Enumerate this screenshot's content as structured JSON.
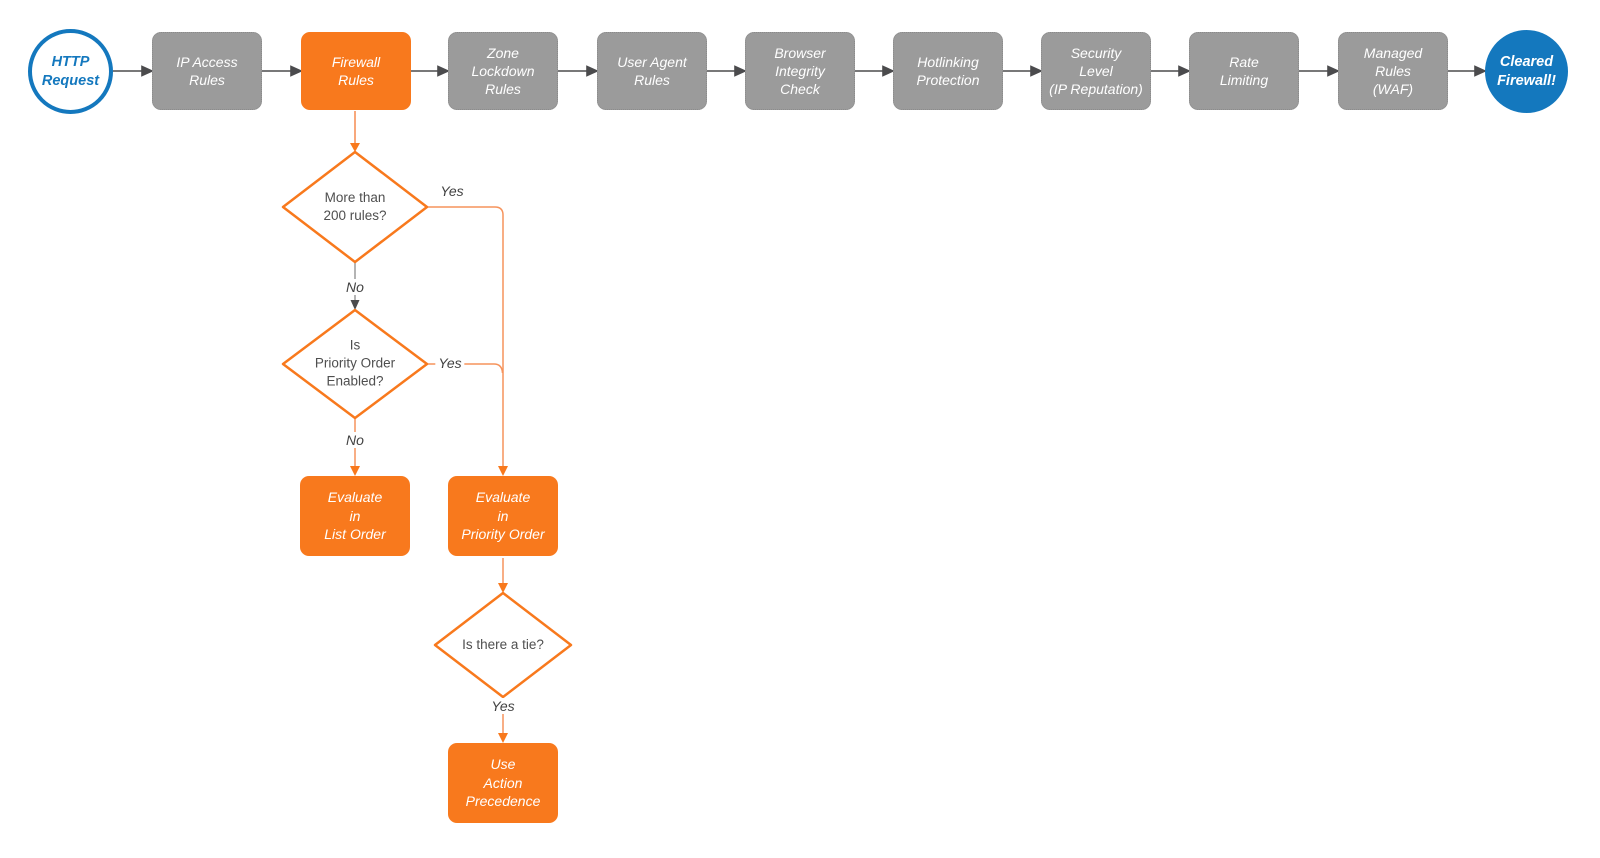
{
  "colors": {
    "orange": "#F8791D",
    "orange_line": "#F6935C",
    "gray_node": "#9B9B9B",
    "gray_line": "#9A9A9A",
    "arrow_dark": "#4B4B4D",
    "blue": "#1478BE",
    "diamond_text": "#4F4F4F",
    "white": "#FFFFFF"
  },
  "flow": {
    "start": {
      "label": "HTTP\nRequest"
    },
    "pipeline": [
      {
        "label": "IP Access\nRules",
        "type": "gray"
      },
      {
        "label": "Firewall\nRules",
        "type": "orange"
      },
      {
        "label": "Zone\nLockdown\nRules",
        "type": "gray"
      },
      {
        "label": "User Agent\nRules",
        "type": "gray"
      },
      {
        "label": "Browser\nIntegrity\nCheck",
        "type": "gray"
      },
      {
        "label": "Hotlinking\nProtection",
        "type": "gray"
      },
      {
        "label": "Security\nLevel\n(IP Reputation)",
        "type": "gray"
      },
      {
        "label": "Rate\nLimiting",
        "type": "gray"
      },
      {
        "label": "Managed\nRules\n(WAF)",
        "type": "gray"
      }
    ],
    "end": {
      "label": "Cleared\nFirewall!"
    },
    "decisions": [
      {
        "id": "more-than-200-rules",
        "label": "More than\n200 rules?"
      },
      {
        "id": "priority-order-enabled",
        "label": "Is\nPriority Order\nEnabled?"
      },
      {
        "id": "is-there-a-tie",
        "label": "Is there a tie?"
      }
    ],
    "actions": [
      {
        "id": "evaluate-list-order",
        "label": "Evaluate\nin\nList Order"
      },
      {
        "id": "evaluate-priority-order",
        "label": "Evaluate\nin\nPriority Order"
      },
      {
        "id": "use-action-precedence",
        "label": "Use\nAction\nPrecedence"
      }
    ],
    "edge_labels": {
      "d1_yes": "Yes",
      "d1_no": "No",
      "d2_yes": "Yes",
      "d2_no": "No",
      "d3_yes": "Yes"
    }
  }
}
